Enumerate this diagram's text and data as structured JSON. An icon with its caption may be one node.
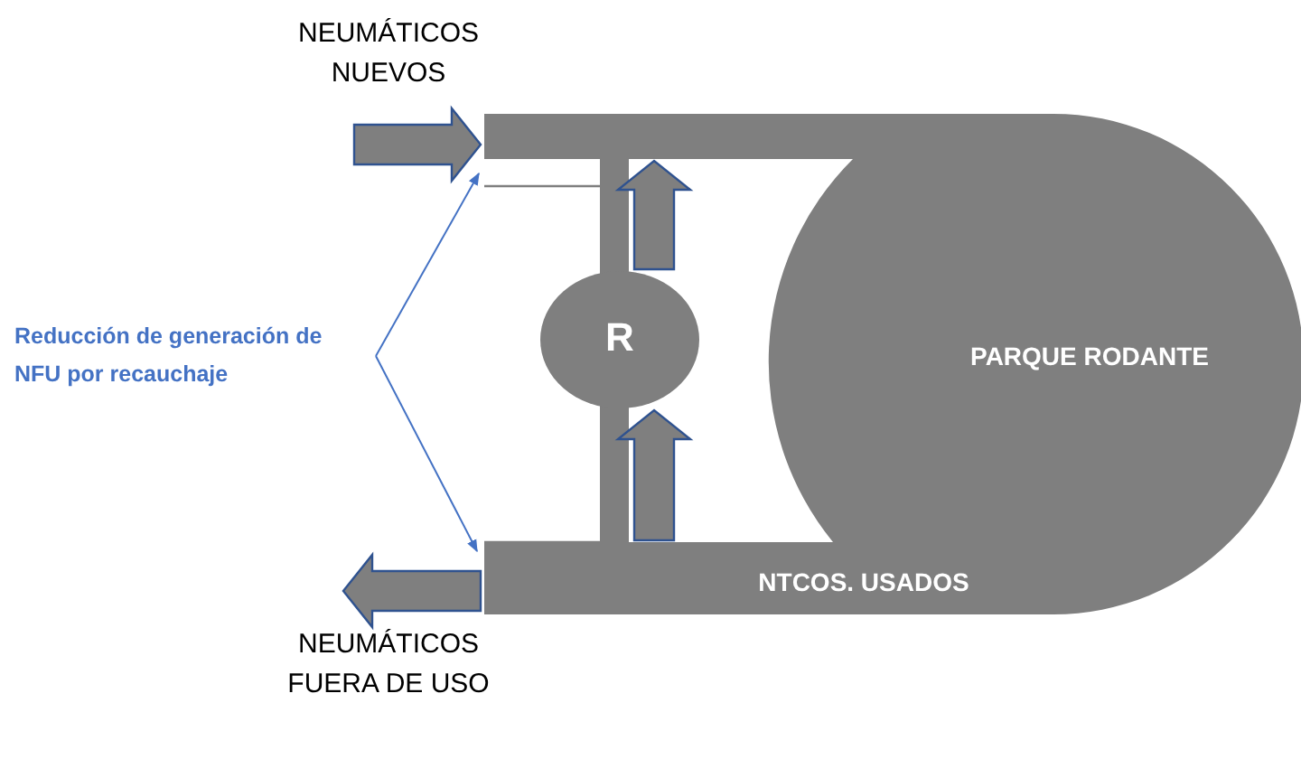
{
  "diagram": {
    "nodes": [
      {
        "text": [
          "NEUMÁTICOS NUEVOS"
        ]
      },
      {
        "text": [
          "PARQUE RODANTE",
          "NTCOS. USADOS"
        ]
      },
      {
        "text": [
          "R"
        ],
        "in": 1
      },
      {
        "text": [
          "Reducción de generación de NFU por recauchaje"
        ]
      },
      {
        "text": [
          "NEUMÁTICOS FUERA DE USO"
        ]
      }
    ],
    "edges": [
      {
        "from": 0,
        "to": 1,
        "arrow": "to",
        "style": "thick"
      },
      {
        "from": 1,
        "to": 4,
        "arrow": "to",
        "style": "thick"
      },
      {
        "from": 1,
        "to": 2,
        "arrow": "to",
        "style": "thick"
      },
      {
        "from": 2,
        "to": 1,
        "arrow": "to",
        "style": "thick"
      },
      {
        "from": 3,
        "to": 1,
        "arrow": "to",
        "color": "#4472c4"
      },
      {
        "from": 3,
        "to": 1,
        "arrow": "to",
        "color": "#4472c4"
      }
    ]
  }
}
